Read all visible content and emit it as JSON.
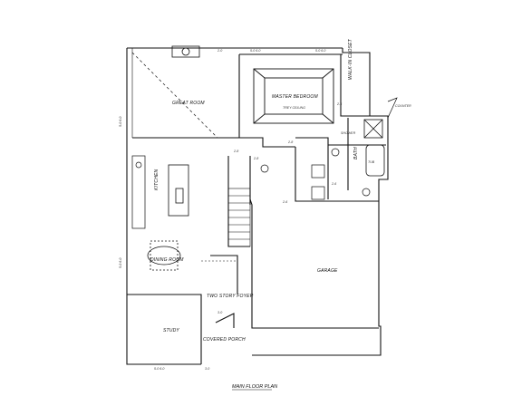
{
  "plan": {
    "title": "MAIN FLOOR PLAN",
    "rooms": {
      "great_room": "GREAT ROOM",
      "master_bedroom": "MASTER BEDROOM",
      "tray_ceiling": "TREY CEILING",
      "walk_in_closet": "WALK-IN CLOSET",
      "bath": "BATH",
      "tub": "TUB",
      "shower": "SHOWER",
      "kitchen": "KITCHEN",
      "dining_room": "DINING ROOM",
      "garage": "GARAGE",
      "two_story_foyer": "TWO STORY FOYER",
      "study": "STUDY",
      "covered_porch": "COVERED PORCH",
      "counter": "COUNTER"
    },
    "dimensions": {
      "top_1": "2-0",
      "top_2": "5-0 6-0",
      "top_3": "5-0 6-0",
      "left_1": "5-0 6-0",
      "left_2": "5-0 6-0",
      "bottom_1": "5-0 6-0",
      "bottom_2": "3-0",
      "door_1": "2-8",
      "door_2": "2-8",
      "door_3": "2-6",
      "door_4": "2-6",
      "door_5": "2-8",
      "door_6": "2-6",
      "door_7": "3-0"
    }
  }
}
